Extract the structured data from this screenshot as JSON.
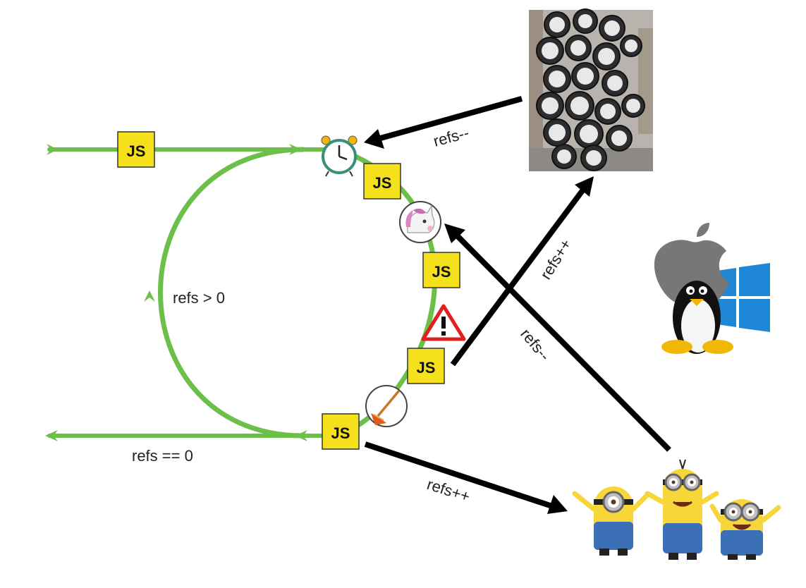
{
  "diagram": {
    "js_badge": "JS",
    "labels": {
      "refs_gt_zero": "refs > 0",
      "refs_eq_zero": "refs == 0",
      "refs_dec_top": "refs--",
      "refs_inc_diag": "refs++",
      "refs_dec_diag": "refs--",
      "refs_inc_bottom": "refs++"
    },
    "icons": [
      "alarm-clock-icon",
      "unicorn-icon",
      "warning-icon",
      "broom-icon",
      "clocks-sculpture-image",
      "apple-logo",
      "linux-tux-logo",
      "windows-logo",
      "minions-image"
    ],
    "colors": {
      "track": "#6cc04a",
      "js_badge": "#f5e11b",
      "arrow": "#000000",
      "warning": "#e02020"
    }
  }
}
